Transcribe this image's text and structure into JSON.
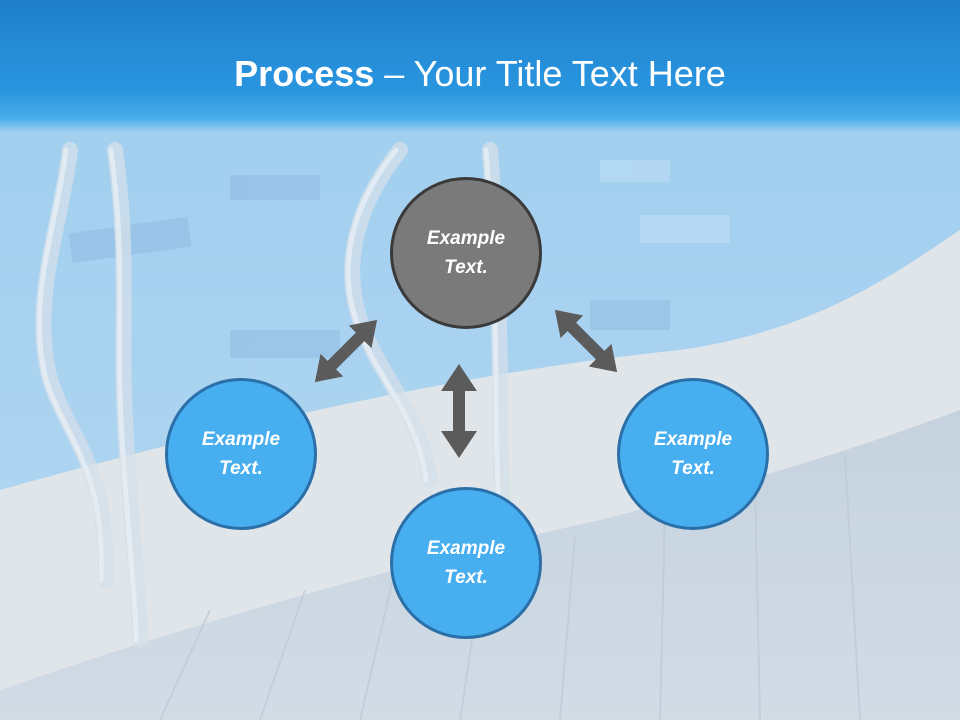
{
  "slide": {
    "title_bold": "Process",
    "title_rest": " – Your Title Text Here"
  },
  "nodes": {
    "center": "Example Text.",
    "left": "Example Text.",
    "right": "Example Text.",
    "bottom": "Example Text."
  },
  "colors": {
    "header": "#2a96e0",
    "center_fill": "#7a7a7a",
    "node_fill": "#47aef0",
    "node_border": "#2a6fa8",
    "arrow": "#5b5b5b"
  }
}
